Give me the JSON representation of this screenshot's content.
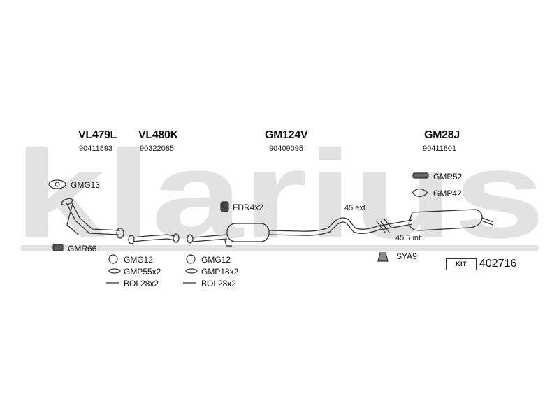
{
  "watermark": {
    "text": "klarius",
    "color": "#e2e2e2"
  },
  "parts": [
    {
      "code": "VL479L",
      "number": "90411893"
    },
    {
      "code": "VL480K",
      "number": "90322085"
    },
    {
      "code": "GM124V",
      "number": "90409095"
    },
    {
      "code": "GM28J",
      "number": "90411801"
    }
  ],
  "accessories": {
    "gmg13": "GMG13",
    "gmr66": "GMR66",
    "gmg12_a": "GMG12",
    "gmp55": "GMP55x2",
    "bol28_a": "BOL28x2",
    "gmg12_b": "GMG12",
    "gmp18": "GMP18x2",
    "bol28_b": "BOL28x2",
    "fdr4": "FDR4x2",
    "gmr52": "GMR52",
    "gmp42": "GMP42",
    "sya9": "SYA9"
  },
  "notes": {
    "ext": "45 ext.",
    "int": "45.5 int."
  },
  "kit": {
    "label": "KIT",
    "number": "402716"
  },
  "colors": {
    "line": "#333333",
    "text": "#111111"
  }
}
